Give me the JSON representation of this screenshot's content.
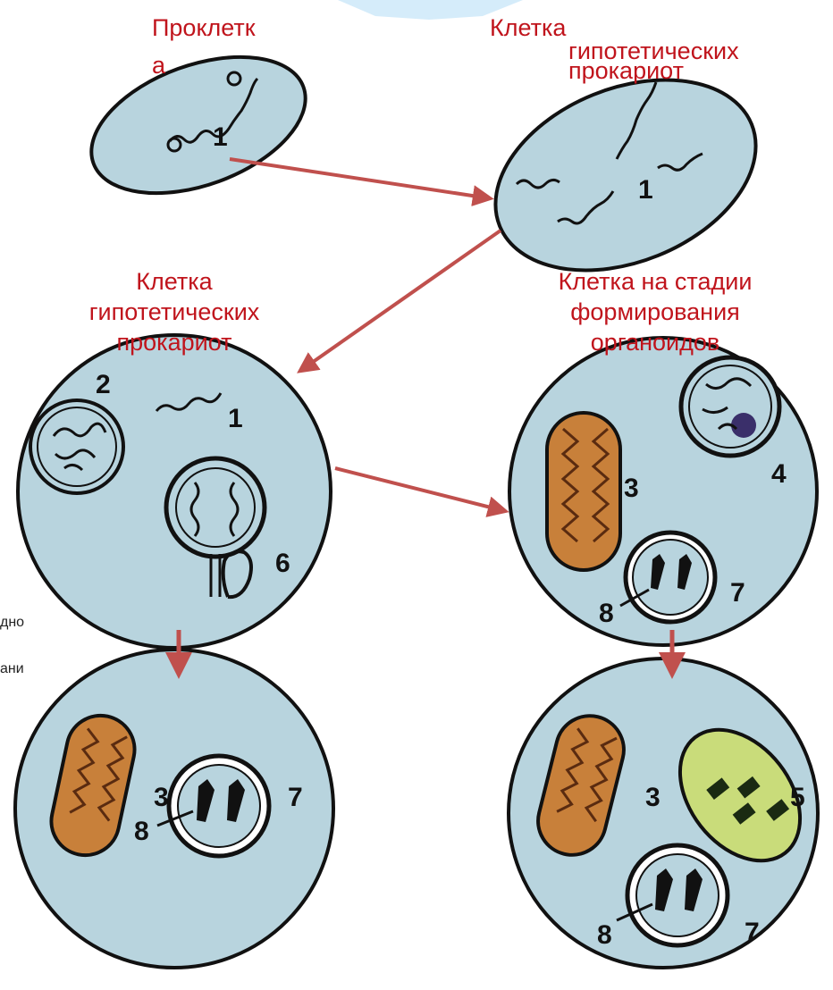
{
  "labels": {
    "protocell": [
      "Проклетк",
      "а"
    ],
    "hypo_top": [
      "Клетка",
      "гипотетических",
      "прокариот"
    ],
    "hypo_left": [
      "Клетка",
      "гипотетических",
      "прокариот"
    ],
    "forming": [
      "Клетка на стадии",
      "формирования",
      "органоидов"
    ]
  },
  "side_text": [
    "дно",
    "ани"
  ],
  "numbers": {
    "n1": "1",
    "n2": "2",
    "n3": "3",
    "n4": "4",
    "n5": "5",
    "n6": "6",
    "n7": "7",
    "n8": "8"
  },
  "colors": {
    "label": "#c0141c",
    "arrow": "#c0504d",
    "cell_fill": "#b8d4de",
    "mito_fill": "#c8803a",
    "chloro_fill": "#c9dc7a",
    "outline": "#111111"
  }
}
